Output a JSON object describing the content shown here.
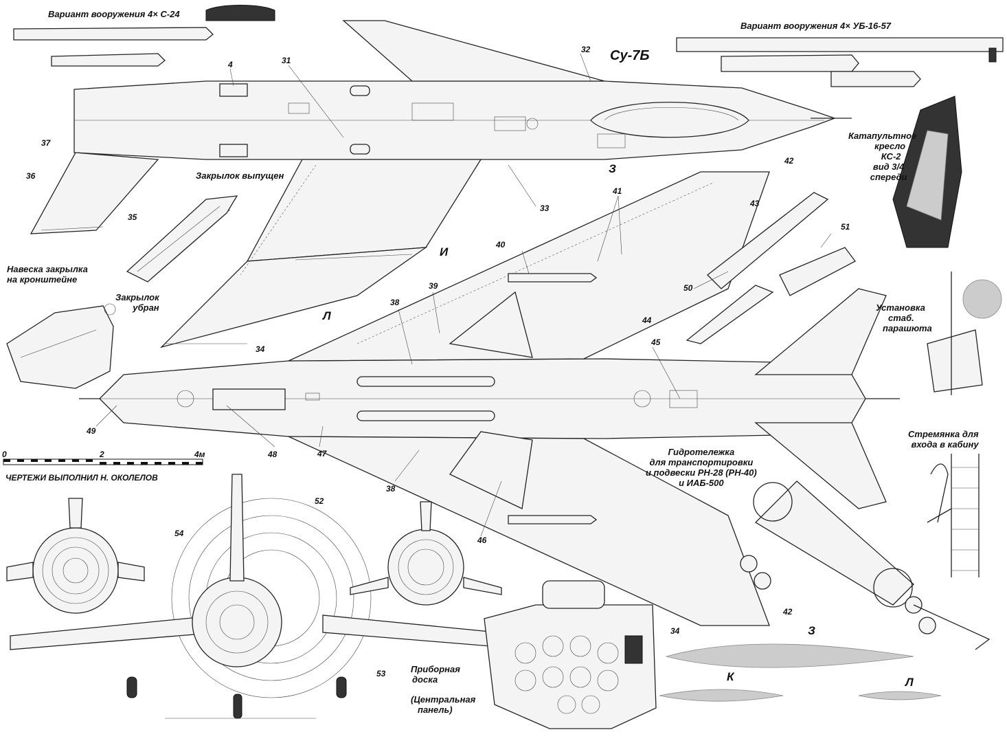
{
  "title": "Су-7Б",
  "armament_variant_1": "Вариант вооружения  4× С-24",
  "armament_variant_2": "Вариант вооружения  4× УБ-16-57",
  "seat": [
    "Катапультное",
    "кресло",
    "КС-2",
    "вид 3/4",
    "спереди"
  ],
  "flap_down": "Закрылок  выпущен",
  "flap_hinge": [
    "Навеска закрылка",
    "на кронштейне"
  ],
  "flap_up": [
    "Закрылок",
    "убран"
  ],
  "chute": [
    "Установка",
    "стаб.",
    "парашюта"
  ],
  "ladder": [
    "Стремянка для",
    "входа в кабину"
  ],
  "trolley": [
    "Гидротележка",
    "для транспортировки",
    "и подвески РН-28 (РН-40)",
    "и ИАБ-500"
  ],
  "panel": [
    "Приборная",
    "доска"
  ],
  "panel_sub": [
    "(Центральная",
    "панель)"
  ],
  "author": "ЧЕРТЕЖИ ВЫПОЛНИЛ  Н. ОКОЛЕЛОВ",
  "scale": {
    "t0": "0",
    "t2": "2",
    "t4": "4м"
  },
  "sections": {
    "z_top": "З",
    "i": "И",
    "l": "Л",
    "z_prof": "З",
    "k_prof": "К",
    "l_prof": "Л"
  },
  "callouts": {
    "n4": "4",
    "n31": "31",
    "n32": "32",
    "n33": "33",
    "n34a": "34",
    "n34b": "34",
    "n35": "35",
    "n36": "36",
    "n37": "37",
    "n38a": "38",
    "n38b": "38",
    "n39": "39",
    "n40": "40",
    "n41": "41",
    "n42a": "42",
    "n42b": "42",
    "n43": "43",
    "n44": "44",
    "n45": "45",
    "n46": "46",
    "n47": "47",
    "n48": "48",
    "n49": "49",
    "n50": "50",
    "n51": "51",
    "n52": "52",
    "n53": "53",
    "n54": "54"
  }
}
